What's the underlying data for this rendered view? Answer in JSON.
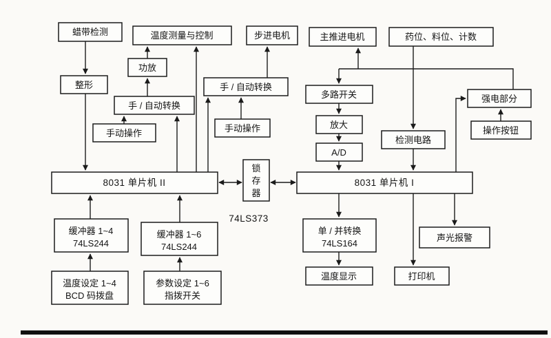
{
  "page": {
    "background": "#fbfaf7",
    "ink": "#1b1b1b"
  },
  "diagram": {
    "boxes": {
      "wax_detect": "蜡带检测",
      "temp_ctrl": "温度测量与控制",
      "stepper": "步进电机",
      "main_motor": "主推进电机",
      "levels": "药位、料位、计数",
      "power_amp": "功放",
      "shaping": "整形",
      "manual_auto_left": "手 / 自动转换",
      "manual_auto_right": "手 / 自动转换",
      "mux": "多路开关",
      "power_section": "强电部分",
      "manual_op_left": "手动操作",
      "manual_op_right": "手动操作",
      "amplify": "放大",
      "op_buttons": "操作按钮",
      "detect_circuit": "检测电路",
      "ad_converter": "A/D",
      "mcu2": "8031 单片机 II",
      "mcu1": "8031 单片机 I",
      "latch": {
        "char1": "锁",
        "char2": "存",
        "char3": "器"
      },
      "latch_chip": "74LS373",
      "buffer14": {
        "line1": "缓冲器 1~4",
        "line2": "74LS244"
      },
      "buffer16": {
        "line1": "缓冲器 1~6",
        "line2": "74LS244"
      },
      "ser_par": {
        "line1": "单 / 并转换",
        "line2": "74LS164"
      },
      "alarm": "声光报警",
      "temp_set": {
        "line1": "温度设定 1~4",
        "line2": "BCD 码拨盘"
      },
      "param_set": {
        "line1": "参数设定 1~6",
        "line2": "指拨开关"
      },
      "temp_display": "温度显示",
      "printer": "打印机"
    }
  }
}
